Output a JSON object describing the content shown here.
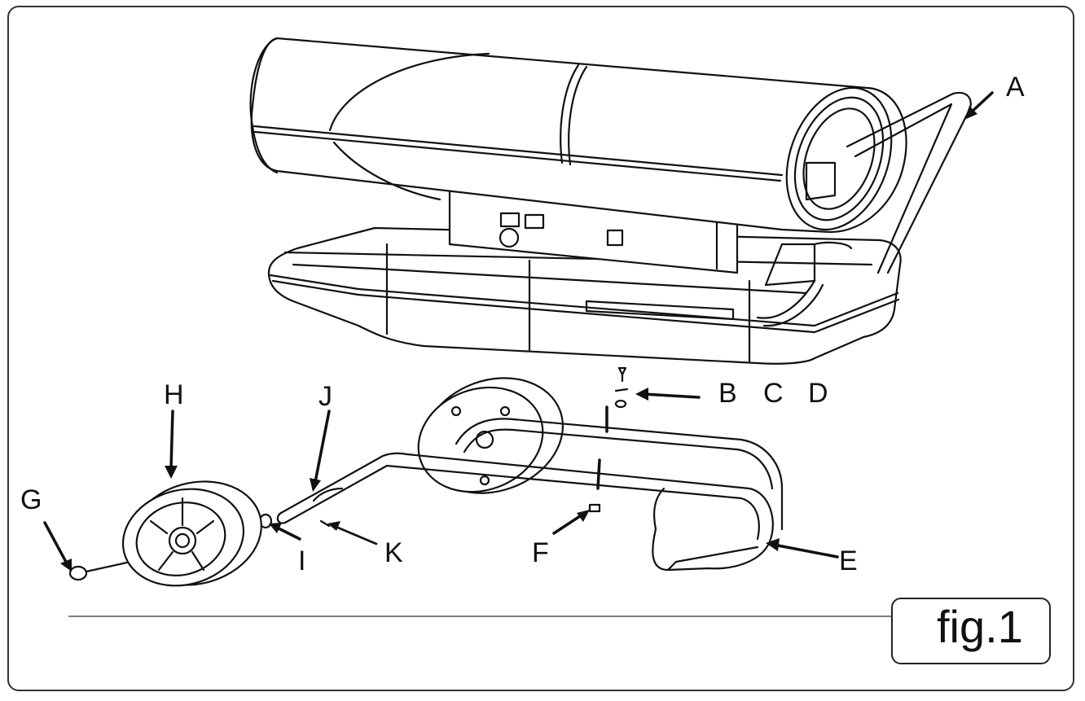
{
  "figure_label": "fig.1",
  "callouts": {
    "A": "A",
    "B": "B",
    "C": "C",
    "D": "D",
    "E": "E",
    "F": "F",
    "G": "G",
    "H": "H",
    "I": "I",
    "J": "J",
    "K": "K"
  },
  "colors": {
    "line": "#111111",
    "background": "#ffffff"
  }
}
